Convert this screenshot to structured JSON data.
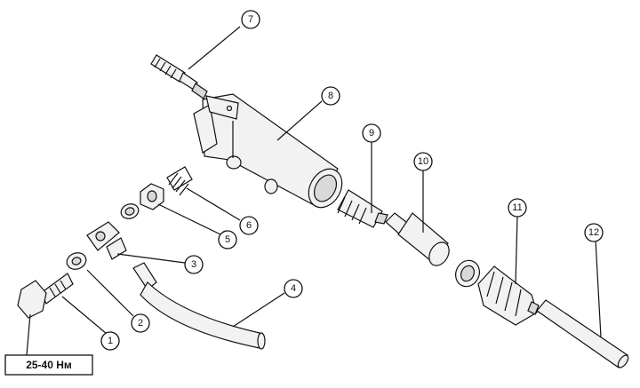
{
  "callouts": [
    {
      "label": "1"
    },
    {
      "label": "2"
    },
    {
      "label": "3"
    },
    {
      "label": "4"
    },
    {
      "label": "5"
    },
    {
      "label": "6"
    },
    {
      "label": "7"
    },
    {
      "label": "8"
    },
    {
      "label": "9"
    },
    {
      "label": "10"
    },
    {
      "label": "11"
    },
    {
      "label": "12"
    }
  ],
  "torque_label": "25-40 Нм",
  "colors": {
    "line": "#111111",
    "background": "#ffffff",
    "fill": "#f2f2f2"
  }
}
